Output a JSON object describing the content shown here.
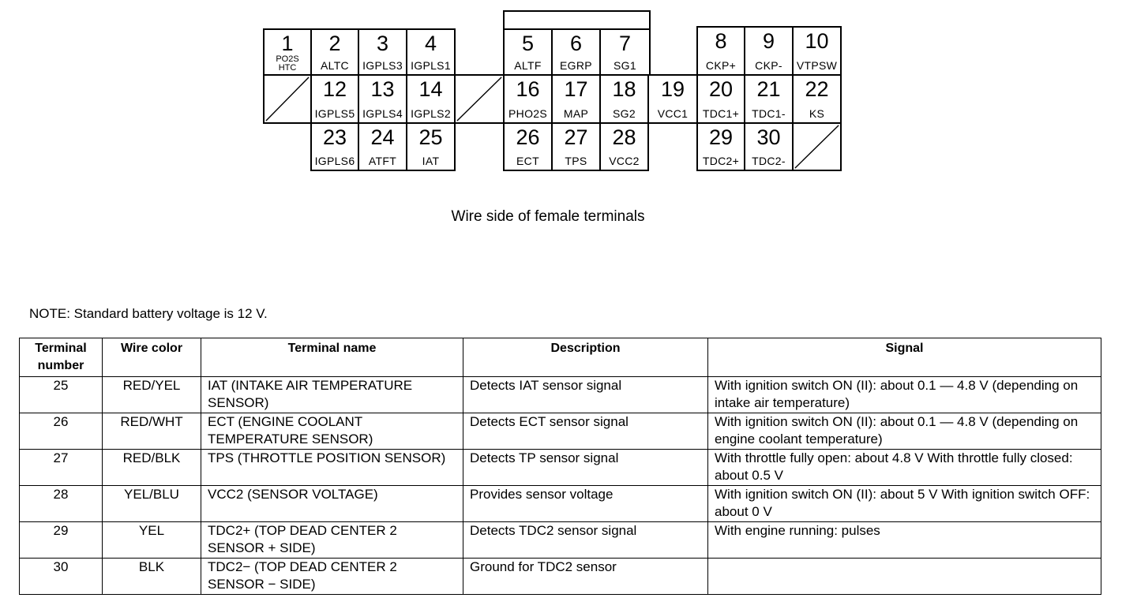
{
  "connector": {
    "caption": "Wire side of female terminals",
    "terminals": [
      {
        "num": "1",
        "label": "PO2S HTC"
      },
      {
        "num": "2",
        "label": "ALTC"
      },
      {
        "num": "3",
        "label": "IGPLS3"
      },
      {
        "num": "4",
        "label": "IGPLS1"
      },
      {
        "num": "5",
        "label": "ALTF"
      },
      {
        "num": "6",
        "label": "EGRP"
      },
      {
        "num": "7",
        "label": "SG1"
      },
      {
        "num": "8",
        "label": "CKP+"
      },
      {
        "num": "9",
        "label": "CKP-"
      },
      {
        "num": "10",
        "label": "VTPSW"
      },
      {
        "num": "12",
        "label": "IGPLS5"
      },
      {
        "num": "13",
        "label": "IGPLS4"
      },
      {
        "num": "14",
        "label": "IGPLS2"
      },
      {
        "num": "16",
        "label": "PHO2S"
      },
      {
        "num": "17",
        "label": "MAP"
      },
      {
        "num": "18",
        "label": "SG2"
      },
      {
        "num": "19",
        "label": "VCC1"
      },
      {
        "num": "20",
        "label": "TDC1+"
      },
      {
        "num": "21",
        "label": "TDC1-"
      },
      {
        "num": "22",
        "label": "KS"
      },
      {
        "num": "23",
        "label": "IGPLS6"
      },
      {
        "num": "24",
        "label": "ATFT"
      },
      {
        "num": "25",
        "label": "IAT"
      },
      {
        "num": "26",
        "label": "ECT"
      },
      {
        "num": "27",
        "label": "TPS"
      },
      {
        "num": "28",
        "label": "VCC2"
      },
      {
        "num": "29",
        "label": "TDC2+"
      },
      {
        "num": "30",
        "label": "TDC2-"
      }
    ]
  },
  "note": "NOTE: Standard battery voltage is 12 V.",
  "table": {
    "headers": {
      "terminal_number": "Terminal number",
      "wire_color": "Wire color",
      "terminal_name": "Terminal name",
      "description": "Description",
      "signal": "Signal"
    },
    "rows": [
      {
        "terminal": "25",
        "wire": "RED/YEL",
        "name": "IAT (INTAKE AIR TEMPERATURE SENSOR)",
        "description": "Detects IAT sensor signal",
        "signal": "With ignition switch ON (II): about 0.1 — 4.8 V (depending on intake air temperature)"
      },
      {
        "terminal": "26",
        "wire": "RED/WHT",
        "name": "ECT (ENGINE COOLANT TEMPERATURE SENSOR)",
        "description": "Detects ECT sensor signal",
        "signal": "With ignition switch ON (II): about 0.1 — 4.8 V (depending on engine coolant temperature)"
      },
      {
        "terminal": "27",
        "wire": "RED/BLK",
        "name": "TPS (THROTTLE POSITION SENSOR)",
        "description": "Detects TP sensor signal",
        "signal": "With throttle fully open: about 4.8 V With throttle fully closed: about 0.5 V"
      },
      {
        "terminal": "28",
        "wire": "YEL/BLU",
        "name": "VCC2 (SENSOR VOLTAGE)",
        "description": "Provides sensor voltage",
        "signal": "With ignition switch ON (II): about 5 V With ignition switch OFF: about 0 V"
      },
      {
        "terminal": "29",
        "wire": "YEL",
        "name": "TDC2+ (TOP DEAD CENTER 2 SENSOR + SIDE)",
        "description": "Detects TDC2 sensor signal",
        "signal": "With engine running: pulses"
      },
      {
        "terminal": "30",
        "wire": "BLK",
        "name": "TDC2− (TOP DEAD CENTER 2 SENSOR − SIDE)",
        "description": "Ground for TDC2 sensor",
        "signal": ""
      }
    ]
  }
}
